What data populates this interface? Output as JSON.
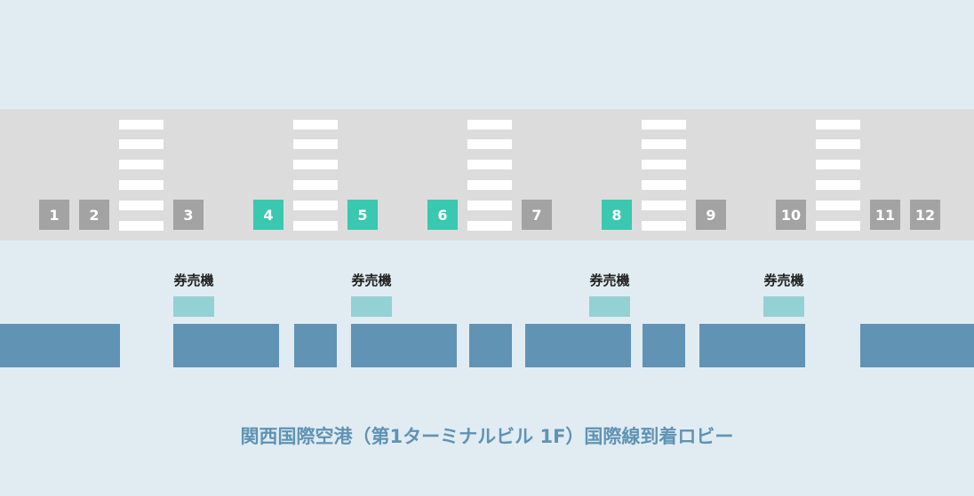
{
  "stops": [
    {
      "label": "1",
      "status": "gray"
    },
    {
      "label": "2",
      "status": "gray"
    },
    {
      "label": "3",
      "status": "gray"
    },
    {
      "label": "4",
      "status": "green"
    },
    {
      "label": "5",
      "status": "green"
    },
    {
      "label": "6",
      "status": "green"
    },
    {
      "label": "7",
      "status": "gray"
    },
    {
      "label": "8",
      "status": "green"
    },
    {
      "label": "9",
      "status": "gray"
    },
    {
      "label": "10",
      "status": "gray"
    },
    {
      "label": "11",
      "status": "gray"
    },
    {
      "label": "12",
      "status": "gray"
    }
  ],
  "ticket_machines": [
    {
      "label": "券売機"
    },
    {
      "label": "券売機"
    },
    {
      "label": "券売機"
    },
    {
      "label": "券売機"
    }
  ],
  "title": "関西国際空港（第1ターミナルビル 1F）国際線到着ロビー",
  "colors": {
    "background": "#e1ecf2",
    "road": "#dcdcdc",
    "stop_gray": "#a3a3a3",
    "stop_green": "#3ac8b0",
    "ticket_machine": "#94d1d5",
    "building": "#6193b5",
    "title": "#5f93b5"
  }
}
